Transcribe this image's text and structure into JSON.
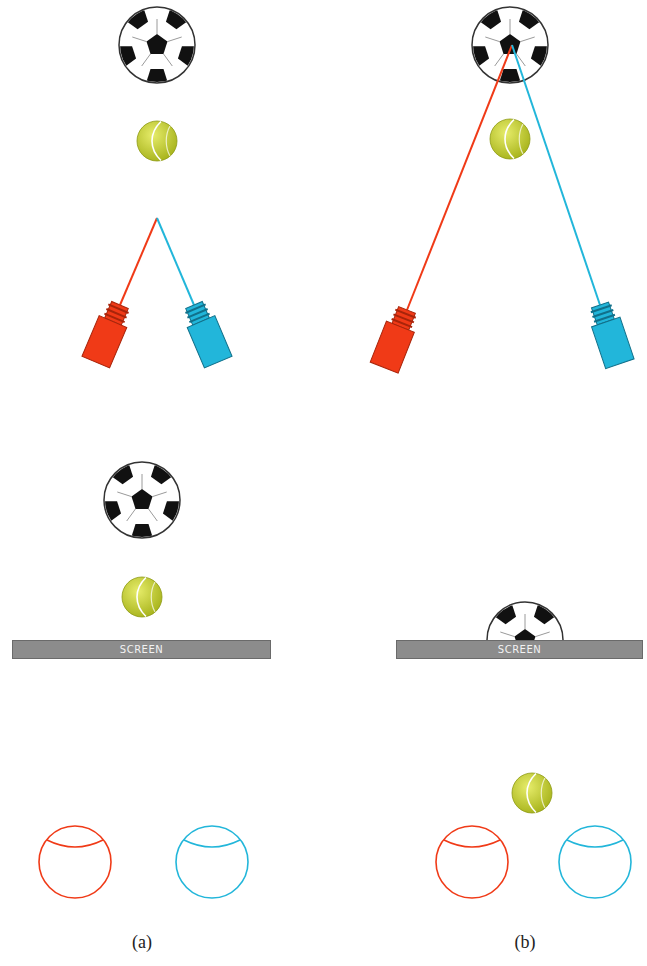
{
  "diagram": {
    "nodes": [
      {
        "text": [
          "SCREEN"
        ]
      },
      {
        "text": [
          "SCREEN"
        ]
      }
    ],
    "labels": [
      "(a)",
      "(b)"
    ]
  }
}
